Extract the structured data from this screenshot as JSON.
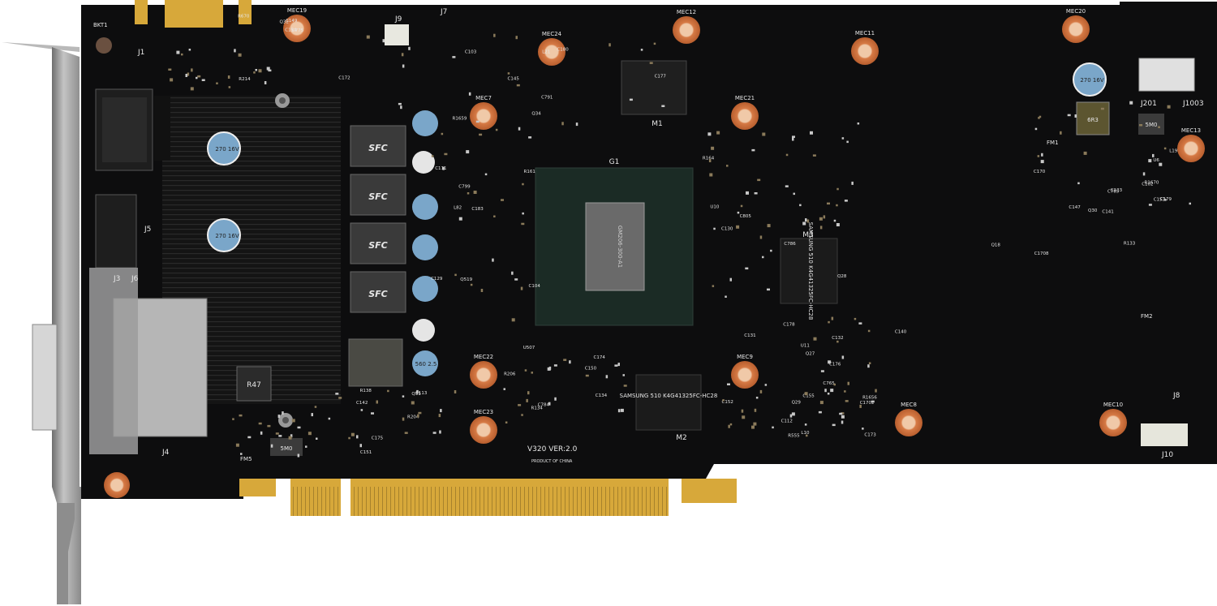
{
  "board": {
    "version": "V320 VER:2.0",
    "origin": "PRODUCT OF CHINA",
    "colors": {
      "pcb": "#0d0d0e",
      "silk": "#e6e6e6",
      "gold": "#d7a83a",
      "copper": "#c9703f",
      "bracket": "#9a9a9a"
    }
  },
  "gpu": {
    "label": "G1",
    "die_text": "GM206-300-A1"
  },
  "memory": [
    {
      "label": "M1",
      "text": ""
    },
    {
      "label": "M2",
      "text": "SAMSUNG 510 K4G41325FC-HC28"
    },
    {
      "label": "M3",
      "text": "SAMSUNG 510 K4G41325FC-HC28"
    }
  ],
  "chokes": [
    "SFC",
    "SFC",
    "SFC",
    "SFC"
  ],
  "inductor": "R47",
  "small_chokes": [
    "5M0",
    "5M0",
    "6R3"
  ],
  "capacitors": [
    {
      "rating": "270 16V"
    },
    {
      "rating": "270 16V"
    },
    {
      "rating": "270 16V"
    },
    {
      "rating": "560 2.5"
    }
  ],
  "connectors": [
    "J1",
    "J3",
    "J4",
    "J5",
    "J6",
    "J7",
    "J8",
    "J9",
    "J10",
    "J201",
    "J1003",
    "BKT1"
  ],
  "mounting_holes": [
    "MEC19",
    "MEC24",
    "MEC12",
    "MEC11",
    "MEC20",
    "MEC7",
    "MEC21",
    "MEC13",
    "MEC22",
    "MEC9",
    "MEC23",
    "MEC8",
    "MEC10"
  ],
  "fuses": [
    "FM1",
    "FM2",
    "FM5"
  ],
  "refdes": [
    "C791",
    "C111",
    "C786",
    "C112",
    "C785",
    "C784",
    "C113",
    "C775",
    "C765",
    "C102",
    "C103",
    "C104",
    "C130",
    "C140",
    "C147",
    "C150",
    "C151",
    "C154",
    "C155",
    "C141",
    "C145",
    "C129",
    "C131",
    "C132",
    "C133",
    "C134",
    "C142",
    "C149",
    "C152",
    "C153",
    "C177",
    "C183",
    "C178",
    "C176",
    "C170",
    "C174",
    "C175",
    "C172",
    "C173",
    "C179",
    "C180",
    "C799",
    "C805",
    "C1702",
    "C1708",
    "R206",
    "R204",
    "R214",
    "R555",
    "R1670",
    "R1659",
    "R161",
    "R164",
    "R1656",
    "R133",
    "R134",
    "R138",
    "R670",
    "L10",
    "L19",
    "L21",
    "L82",
    "U10",
    "U11",
    "U6",
    "U507",
    "Q31",
    "Q32",
    "Q29",
    "Q30",
    "Q34",
    "Q519",
    "Q28",
    "Q27",
    "Q18"
  ]
}
